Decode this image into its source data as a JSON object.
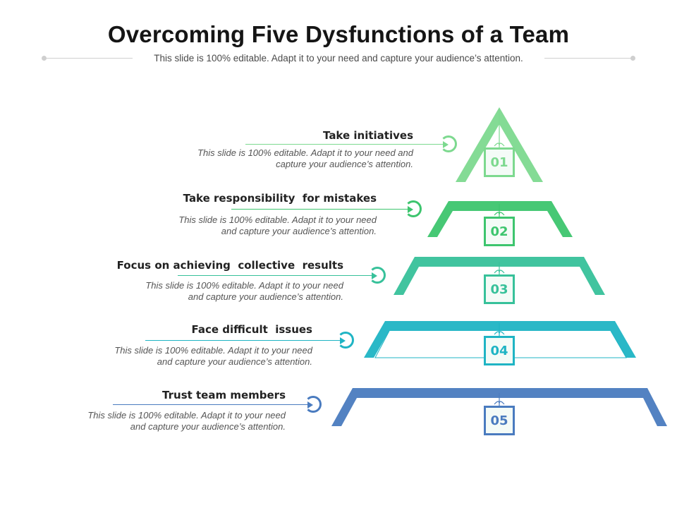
{
  "title": "Overcoming Five Dysfunctions of a Team",
  "subtitle": "This slide is 100% editable. Adapt it to your need and capture your audience’s attention.",
  "icons": {
    "pointer": "arrow-right-icon",
    "marker": "ring-icon",
    "connector": "knot-icon"
  },
  "steps": [
    {
      "number": "01",
      "heading": "Take initiatives",
      "desc_line1": "This slide is 100% editable. Adapt it to your need and",
      "desc_line2": "capture your audience’s attention.",
      "color": "#7dd98f"
    },
    {
      "number": "02",
      "heading": "Take responsibility  for mistakes",
      "desc_line1": "This slide is 100% editable. Adapt it to your need",
      "desc_line2": "and capture your audience’s attention.",
      "color": "#3dc56e"
    },
    {
      "number": "03",
      "heading": "Focus on achieving  collective  results",
      "desc_line1": "This slide is 100% editable. Adapt it to your need",
      "desc_line2": "and capture your audience’s attention.",
      "color": "#37c19a"
    },
    {
      "number": "04",
      "heading": "Face difficult  issues",
      "desc_line1": "This slide is 100% editable. Adapt it to your need",
      "desc_line2": "and capture your audience’s attention.",
      "color": "#1fb4c4"
    },
    {
      "number": "05",
      "heading": "Trust team members",
      "desc_line1": "This slide is 100% editable. Adapt it to your need",
      "desc_line2": "and capture your audience’s attention.",
      "color": "#4a7bbf"
    }
  ]
}
